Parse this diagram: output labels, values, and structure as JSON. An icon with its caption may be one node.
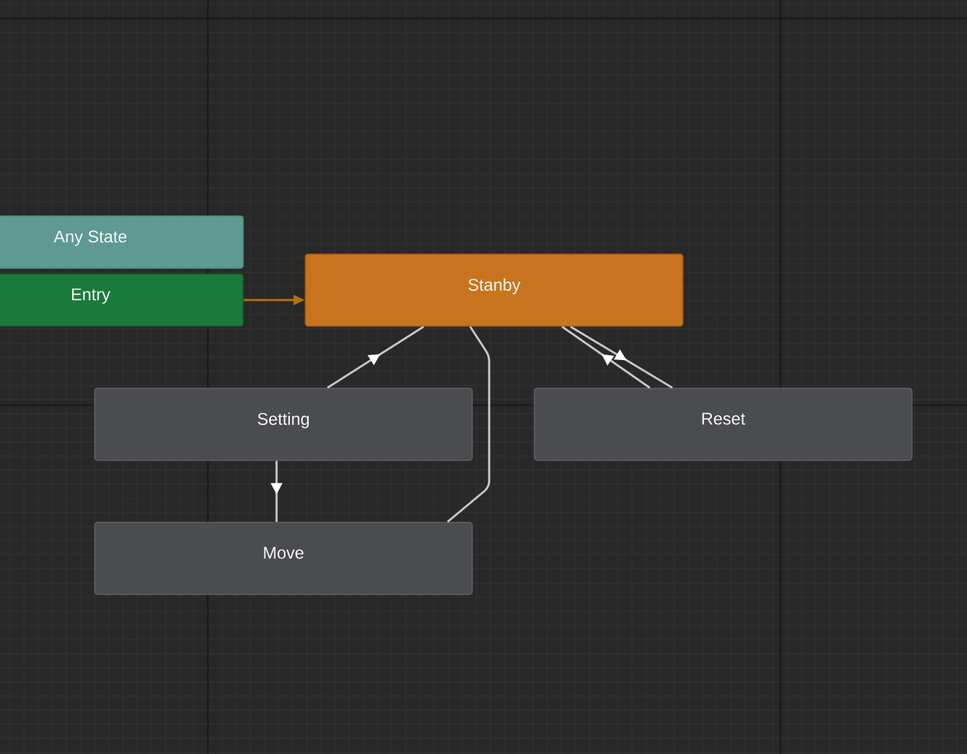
{
  "diagram": {
    "nodes": [
      {
        "text": [
          "Any State"
        ]
      },
      {
        "text": [
          "Entry"
        ]
      },
      {
        "text": [
          "Stanby"
        ]
      },
      {
        "text": [
          "Setting"
        ]
      },
      {
        "text": [
          "Reset"
        ]
      },
      {
        "text": [
          "Move"
        ]
      }
    ],
    "edges": [
      {
        "from": 1,
        "to": 2,
        "arrow": "to",
        "color": "#b5700f"
      },
      {
        "from": 3,
        "to": 2,
        "arrow": "to"
      },
      {
        "from": 3,
        "to": 5,
        "arrow": "to"
      },
      {
        "from": 5,
        "to": 2,
        "arrow": "none"
      },
      {
        "from": 4,
        "to": 2,
        "arrow": "to"
      },
      {
        "from": 2,
        "to": 4,
        "arrow": "to"
      }
    ]
  }
}
